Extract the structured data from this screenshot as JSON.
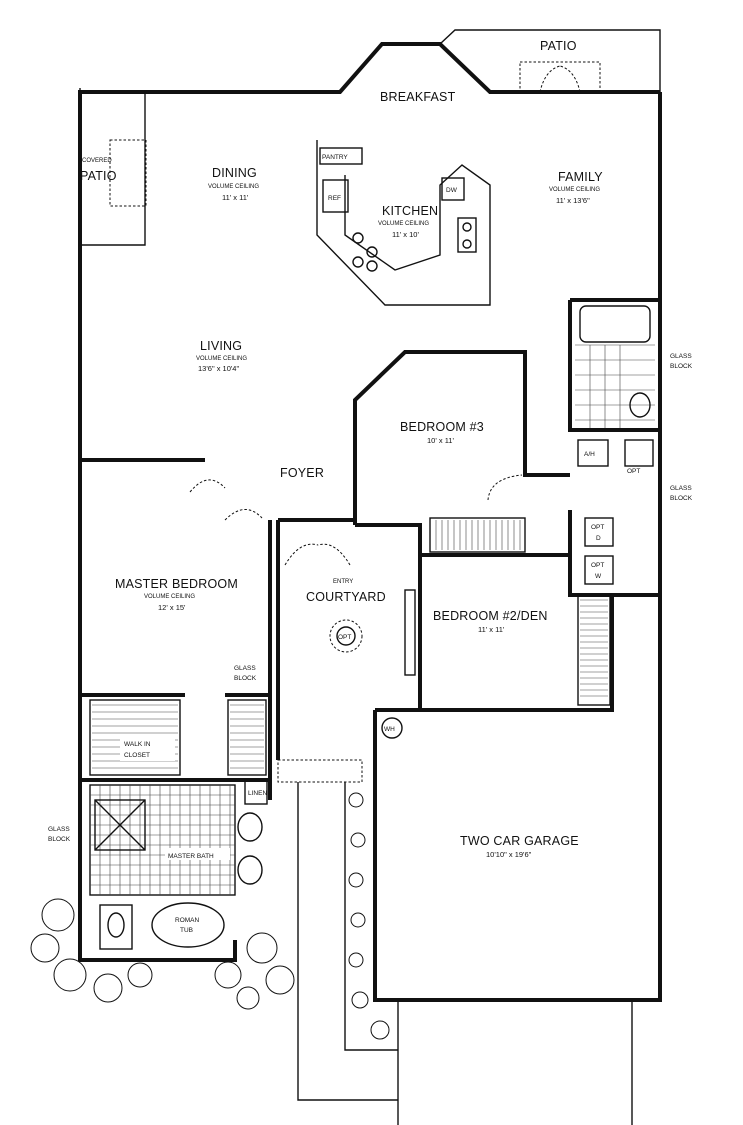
{
  "labels": {
    "patio_top": "PATIO",
    "breakfast": "BREAKFAST",
    "covered": "COVERED",
    "patio_left": "PATIO",
    "dining": "DINING",
    "dining_ceiling": "VOLUME CEILING",
    "dining_dim": "11' x 11'",
    "pantry": "PANTRY",
    "ref": "REF",
    "dw": "DW",
    "kitchen": "KITCHEN",
    "kitchen_ceiling": "VOLUME CEILING",
    "kitchen_dim": "11' x 10'",
    "family": "FAMILY",
    "family_ceiling": "VOLUME CEILING",
    "family_dim": "11' x 13'6\"",
    "living": "LIVING",
    "living_ceiling": "VOLUME CEILING",
    "living_dim": "13'6\" x 10'4\"",
    "glass": "GLASS",
    "block": "BLOCK",
    "bedroom3": "BEDROOM #3",
    "bedroom3_dim": "10' x 11'",
    "ah": "A/H",
    "opt": "OPT",
    "foyer": "FOYER",
    "opt_d": "D",
    "opt_w": "W",
    "master_bedroom": "MASTER BEDROOM",
    "master_ceiling": "VOLUME CEILING",
    "master_dim": "12' x 15'",
    "entry": "ENTRY",
    "courtyard": "COURTYARD",
    "bedroom2": "BEDROOM #2/DEN",
    "bedroom2_dim": "11' x 11'",
    "wh": "WH",
    "walk_in": "WALK IN",
    "closet": "CLOSET",
    "linen": "LINEN",
    "master_bath": "MASTER BATH",
    "roman": "ROMAN",
    "tub": "TUB",
    "garage": "TWO CAR GARAGE",
    "garage_dim": "10'10\" x 19'6\""
  }
}
